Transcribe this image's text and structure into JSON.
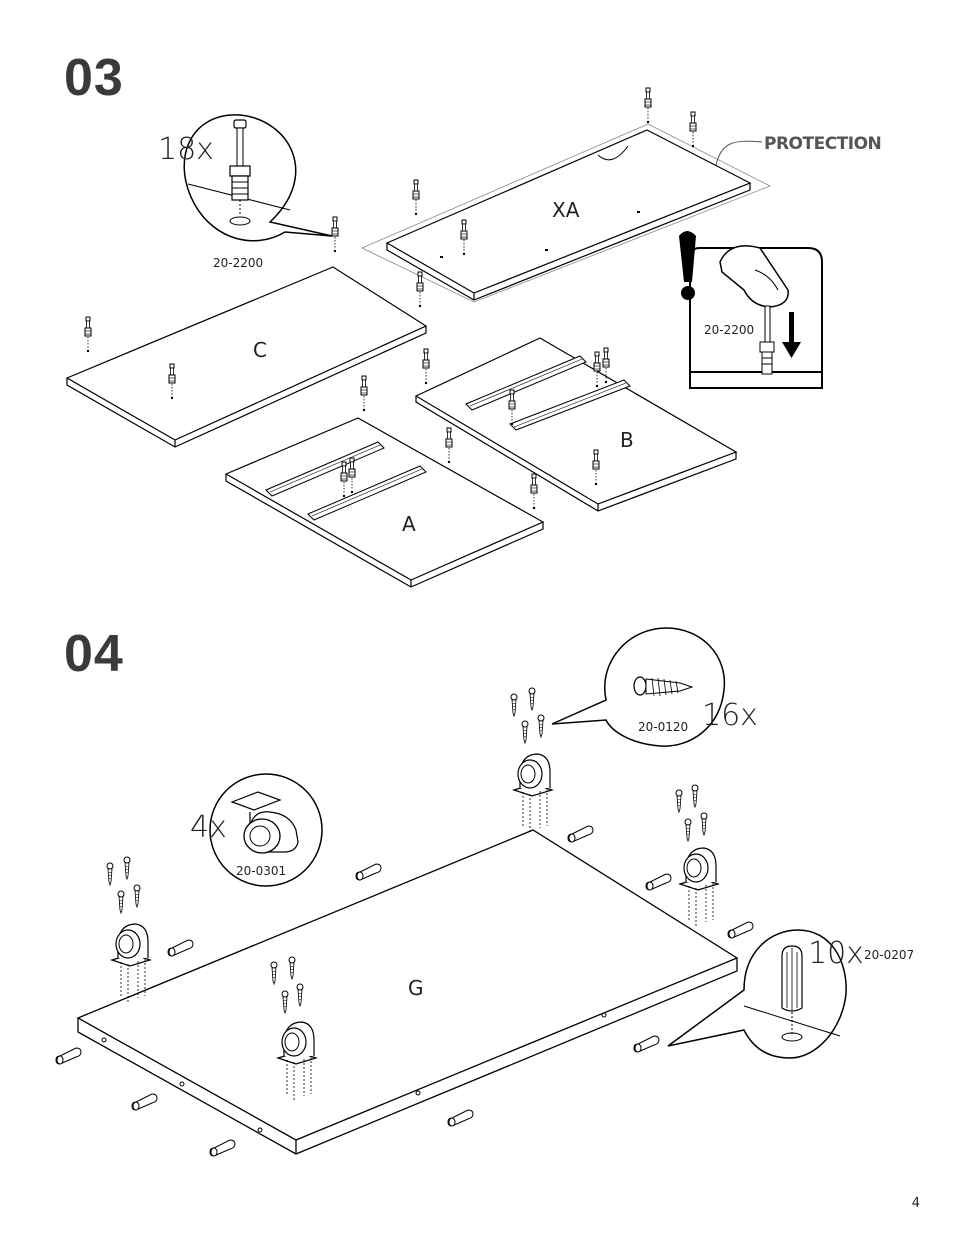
{
  "steps": {
    "step3": {
      "number": "03",
      "hardware": {
        "count": "18x",
        "code": "20-2200"
      },
      "warning_code": "20-2200",
      "protection_label": "PROTECTION",
      "panels": {
        "xa": "XA",
        "c": "C",
        "b": "B",
        "a": "A"
      }
    },
    "step4": {
      "number": "04",
      "screw": {
        "count": "16x",
        "code": "20-0120"
      },
      "caster": {
        "count": "4x",
        "code": "20-0301"
      },
      "dowel": {
        "count": "10x",
        "code": "20-0207"
      },
      "panel": "G"
    }
  },
  "page_number": "4",
  "icons": [
    "cam-bolt-icon",
    "warning-exclamation-icon",
    "finger-press-icon",
    "down-arrow-icon",
    "screw-icon",
    "caster-wheel-icon",
    "wooden-dowel-icon"
  ]
}
